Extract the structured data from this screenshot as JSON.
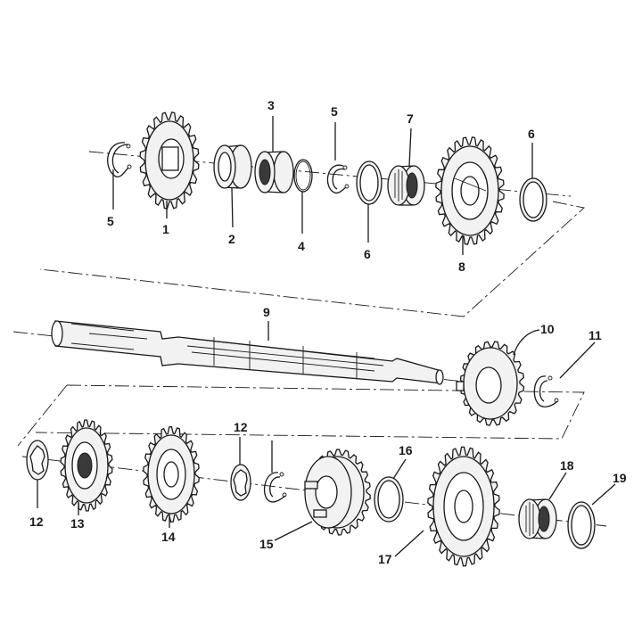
{
  "callouts": [
    "1",
    "2",
    "3",
    "4",
    "5",
    "5",
    "6",
    "6",
    "7",
    "8",
    "9",
    "10",
    "11",
    "12",
    "12",
    "13",
    "14",
    "15",
    "16",
    "17",
    "18",
    "19"
  ],
  "colors": {
    "ink": "#1a1a1a",
    "part_fill": "#f2f2f2",
    "background": "#ffffff"
  }
}
